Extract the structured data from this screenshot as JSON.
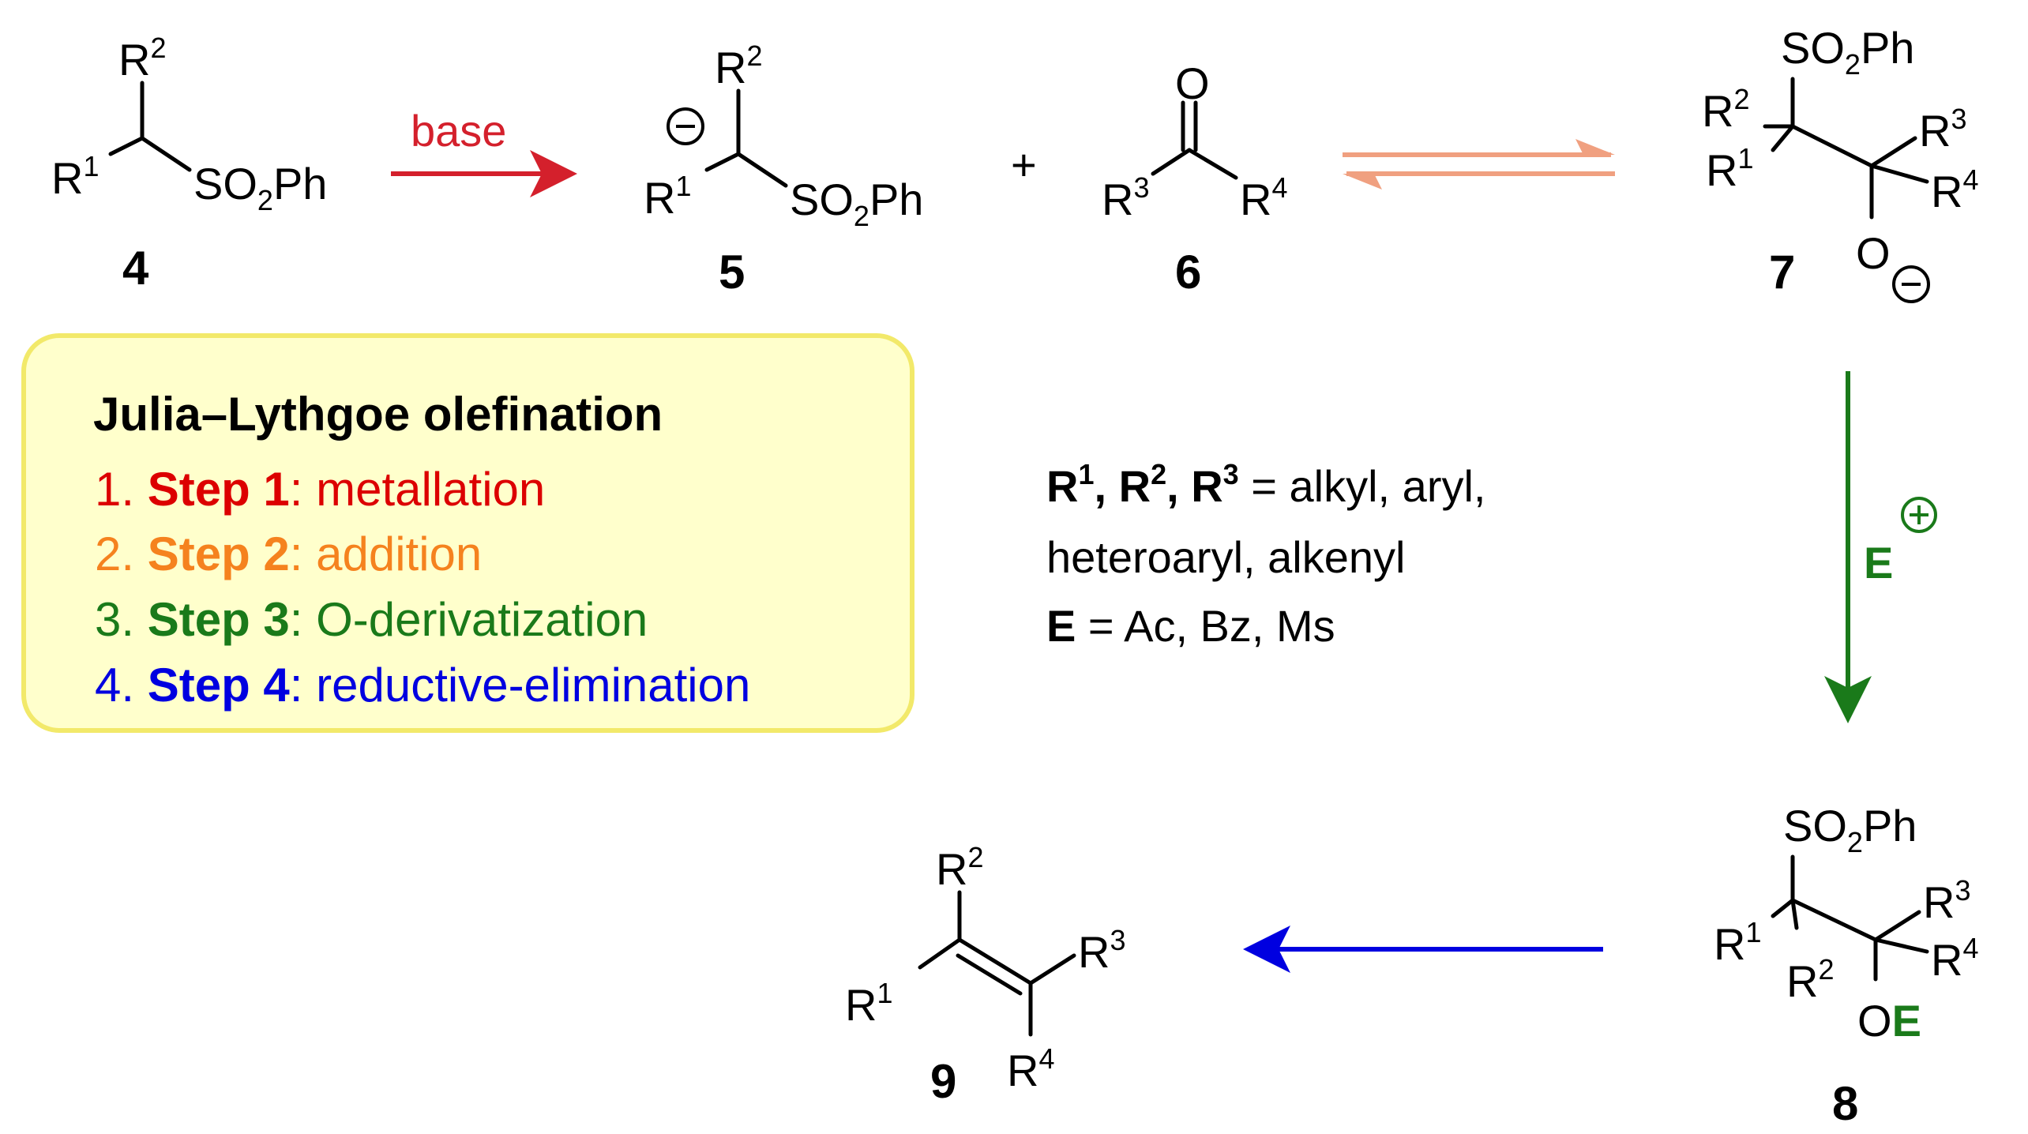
{
  "colors": {
    "red": "#dc0000",
    "orange": "#f5821e",
    "green": "#1a7a1a",
    "blue": "#0000e0",
    "arrow_red": "#d4202c",
    "arrow_salmon": "#f0a080",
    "box_fill": "#ffffcc",
    "box_border": "#f2e96a"
  },
  "compounds": {
    "c4": {
      "number": "4",
      "R": "R",
      "one": "1",
      "two": "2",
      "SO": "SO",
      "sub2": "2",
      "Ph": "Ph"
    },
    "c5": {
      "number": "5",
      "R": "R",
      "one": "1",
      "two": "2",
      "SO": "SO",
      "sub2": "2",
      "Ph": "Ph",
      "minus": "−"
    },
    "plus": "+",
    "c6": {
      "number": "6",
      "O": "O",
      "R": "R",
      "three": "3",
      "four": "4"
    },
    "c7": {
      "number": "7",
      "SO": "SO",
      "sub2": "2",
      "Ph": "Ph",
      "R": "R",
      "one": "1",
      "two": "2",
      "three": "3",
      "four": "4",
      "O": "O",
      "minus": "−"
    },
    "c8": {
      "number": "8",
      "SO": "SO",
      "sub2": "2",
      "Ph": "Ph",
      "R": "R",
      "one": "1",
      "two": "2",
      "three": "3",
      "four": "4",
      "O": "O",
      "E": "E"
    },
    "c9": {
      "number": "9",
      "R": "R",
      "one": "1",
      "two": "2",
      "three": "3",
      "four": "4"
    }
  },
  "reagents": {
    "base": "base",
    "electrophile": "E",
    "electrophile_charge": "+"
  },
  "legend": {
    "title": "Julia–Lythgoe olefination",
    "steps": [
      {
        "num": "1. ",
        "name": "Step 1",
        "desc": ": metallation"
      },
      {
        "num": "2. ",
        "name": "Step 2",
        "desc": ": addition"
      },
      {
        "num": "3. ",
        "name": "Step 3",
        "desc": ": O-derivatization"
      },
      {
        "num": "4. ",
        "name": "Step 4",
        "desc": ": reductive-elimination"
      }
    ]
  },
  "conditions": {
    "R": "R",
    "one": "1",
    "two": "2",
    "three": "3",
    "comma": ", ",
    "line1_rest": " = alkyl, aryl,",
    "line2": "heteroaryl, alkenyl",
    "E": "E",
    "line3_rest": " = Ac, Bz, Ms"
  }
}
